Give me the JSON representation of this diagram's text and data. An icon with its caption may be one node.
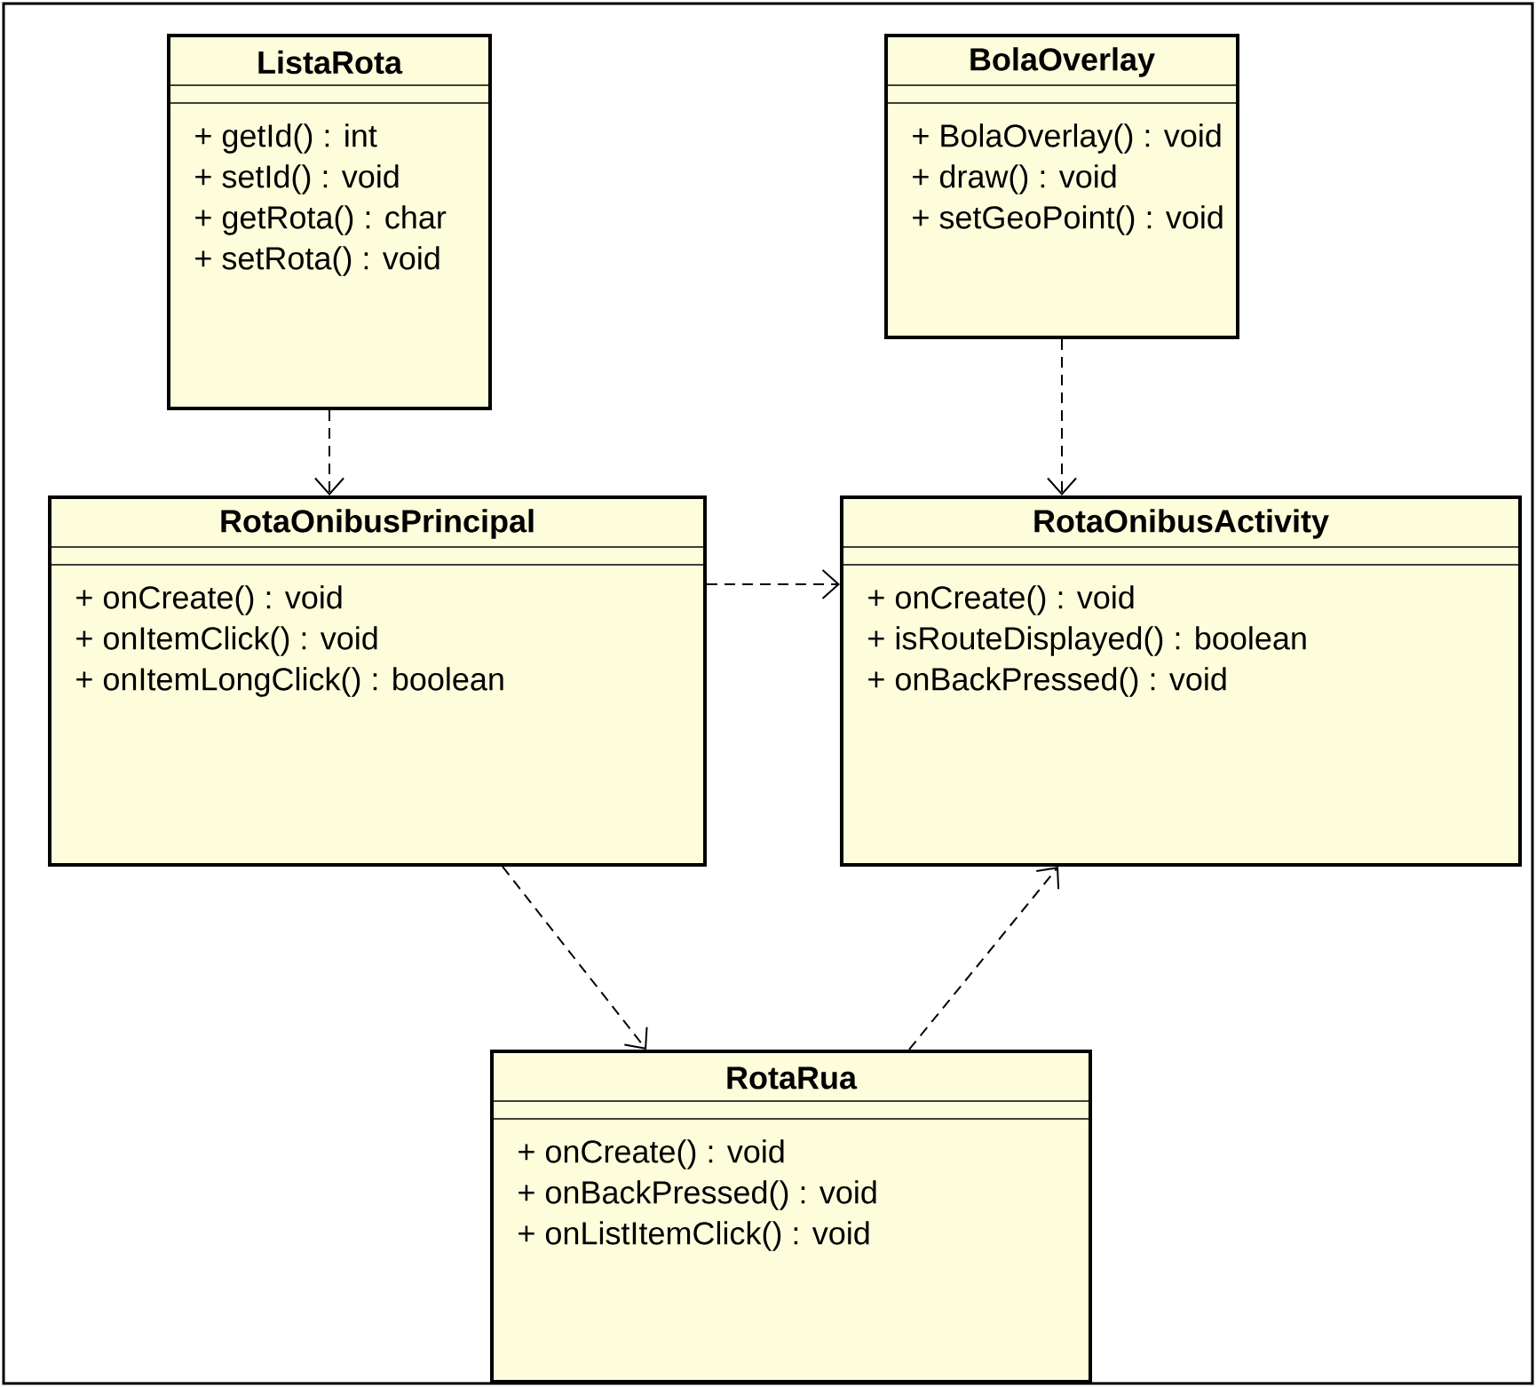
{
  "diagram": {
    "nodes": [
      {
        "text": [
          "ListaRota",
          "+ getId() : int",
          "+ setId() : void",
          "+ getRota() : char",
          "+ setRota() : void"
        ]
      },
      {
        "text": [
          "BolaOverlay",
          "+ BolaOverlay() : void",
          "+ draw() : void",
          "+ setGeoPoint() : void"
        ]
      },
      {
        "text": [
          "RotaOnibusPrincipal",
          "+ onCreate() : void",
          "+ onItemClick() : void",
          "+ onItemLongClick() : boolean"
        ]
      },
      {
        "text": [
          "RotaOnibusActivity",
          "+ onCreate() : void",
          "+ isRouteDisplayed() : boolean",
          "+ onBackPressed() : void"
        ]
      },
      {
        "text": [
          "RotaRua",
          "+ onCreate() : void",
          "+ onBackPressed() : void",
          "+ onListItemClick() : void"
        ]
      }
    ],
    "edges": [
      {
        "from": 0,
        "to": 2,
        "arrow": "to",
        "style": "dashed"
      },
      {
        "from": 1,
        "to": 3,
        "arrow": "to",
        "style": "dashed"
      },
      {
        "from": 2,
        "to": 3,
        "arrow": "to",
        "style": "dashed"
      },
      {
        "from": 2,
        "to": 4,
        "arrow": "to",
        "style": "dashed"
      },
      {
        "from": 4,
        "to": 3,
        "arrow": "to",
        "style": "dashed"
      }
    ]
  }
}
